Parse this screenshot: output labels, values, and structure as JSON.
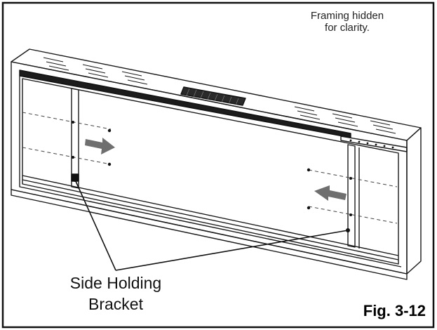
{
  "note": {
    "line1": "Framing hidden",
    "line2": "for clarity."
  },
  "callout": {
    "line1": "Side Holding",
    "line2": "Bracket"
  },
  "figure_label": "Fig. 3-12",
  "colors": {
    "line": "#1a1a1a",
    "arrow": "#6f6f6f",
    "dark_band": "#1c1c1c"
  }
}
